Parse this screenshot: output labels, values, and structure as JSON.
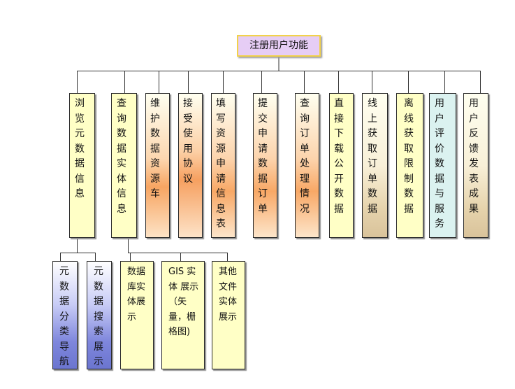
{
  "root": {
    "label": "注册用户功能"
  },
  "branches": [
    {
      "id": "browse-metadata",
      "label": "浏览元数据信息"
    },
    {
      "id": "query-entity",
      "label": "查询数据实体信息"
    },
    {
      "id": "maintain-resource",
      "label": "维护数据资源车"
    },
    {
      "id": "accept-agreement",
      "label": "接受使用协议"
    },
    {
      "id": "fill-request",
      "label": "填写资源申请信息表"
    },
    {
      "id": "submit-order",
      "label": "提交申请数据订单"
    },
    {
      "id": "query-order",
      "label": "查询订单处理情况"
    },
    {
      "id": "direct-download",
      "label": "直接下载公开数据"
    },
    {
      "id": "online-order",
      "label": "线上获取订单数据"
    },
    {
      "id": "offline-restricted",
      "label": "离线获取限制数据"
    },
    {
      "id": "user-review",
      "label": "用户评价数据与服务"
    },
    {
      "id": "user-feedback",
      "label": "用户反馈发表成果"
    }
  ],
  "sub_browse": [
    {
      "label": "元数据分类导航"
    },
    {
      "label": "元数据搜索展示"
    }
  ],
  "sub_query": [
    {
      "label": "数据库实体展示"
    },
    {
      "label": "GIS 实体 展示（矢量，栅格图)"
    },
    {
      "label": "其他文件实体展示"
    }
  ],
  "colors": {
    "root_fill": "#e6cdf5",
    "root_border": "#f2d24a",
    "light_yellow": "#ffffc6",
    "orange_gradient": "#f7a562",
    "tan_gradient": "#d9c39b",
    "cyan": "#dbf2f0",
    "blue_gradient": "#6b75cf"
  }
}
